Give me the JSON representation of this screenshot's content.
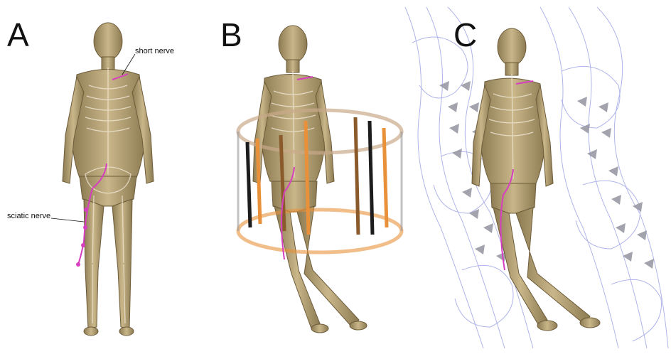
{
  "panels": [
    {
      "letter": "A"
    },
    {
      "letter": "B"
    },
    {
      "letter": "C"
    }
  ],
  "annotations": {
    "short_nerve": "short nerve",
    "sciatic_nerve": "sciatic nerve"
  },
  "colors": {
    "body": "#b9a57a",
    "body_dark": "#7d6a45",
    "bone": "#e8e0cf",
    "nerve": "#d63fc0",
    "coil_orange": "#e8913a",
    "coil_black": "#1d1d1d",
    "coil_brown": "#8a5a2b",
    "field_lines": "#6f78d8",
    "cone": "#9a9aa6"
  }
}
